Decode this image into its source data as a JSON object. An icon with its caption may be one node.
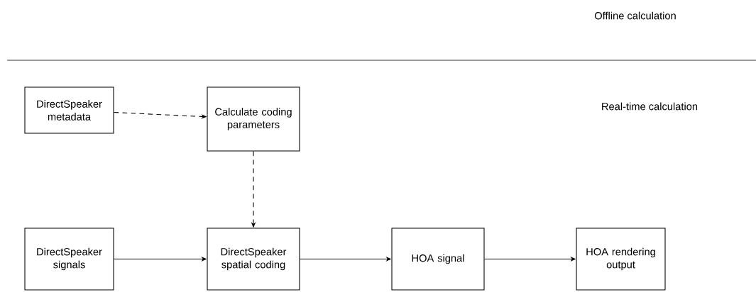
{
  "diagram": {
    "nodes": [
      {
        "text": [
          "DirectSpeaker metadata"
        ]
      },
      {
        "text": [
          "Calculate coding parameters"
        ]
      },
      {
        "text": [
          "DirectSpeaker signals"
        ]
      },
      {
        "text": [
          "DirectSpeaker spatial coding"
        ]
      },
      {
        "text": [
          "HOA signal"
        ]
      },
      {
        "text": [
          "HOA rendering output"
        ]
      }
    ],
    "edges": [
      {
        "from": 0,
        "to": 1,
        "arrow": "to",
        "style": "dashed"
      },
      {
        "from": 1,
        "to": 3,
        "arrow": "to",
        "style": "dashed"
      },
      {
        "from": 2,
        "to": 3,
        "arrow": "to"
      },
      {
        "from": 3,
        "to": 4,
        "arrow": "to"
      },
      {
        "from": 4,
        "to": 5,
        "arrow": "to"
      }
    ],
    "labels": [
      "Offline calculation",
      "Real-time calculation"
    ]
  }
}
